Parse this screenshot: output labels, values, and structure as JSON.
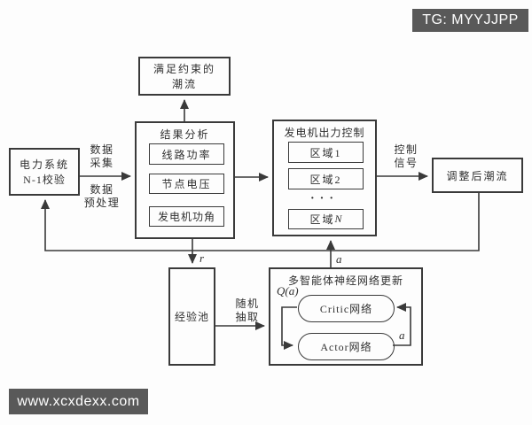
{
  "watermarks": {
    "top_right": "TG: MYYJJPP",
    "bottom_left": "www.xcxdexx.com"
  },
  "colors": {
    "line": "#3a3a3a",
    "watermark_bg": "#595959",
    "text": "#2f2f2f",
    "background": "#fdfdfd"
  },
  "nodes": {
    "power_system": {
      "line1": "电力系统",
      "line2": "N-1校验"
    },
    "constrained_flow": {
      "line1": "满足约束的",
      "line2": "潮流"
    },
    "result_analysis": {
      "title": "结果分析",
      "items": [
        "线路功率",
        "节点电压",
        "发电机功角"
      ]
    },
    "generator_control": {
      "title": "发电机出力控制",
      "zone1": "区域1",
      "zone2": "区域2",
      "dots": "···",
      "zone_n_prefix": "区域",
      "zone_n_suffix": "N"
    },
    "adjusted_flow": {
      "label": "调整后潮流"
    },
    "experience_pool": {
      "label": "经验池"
    },
    "network_update": {
      "title": "多智能体神经网络更新",
      "critic": "Critic网络",
      "actor": "Actor网络"
    }
  },
  "edge_labels": {
    "data_collection": [
      "数据",
      "采集"
    ],
    "data_preprocessing": [
      "数据",
      "预处理"
    ],
    "control_signal": [
      "控制",
      "信号"
    ],
    "random_sampling": [
      "随机",
      "抽取"
    ],
    "reward": "r",
    "action_to_control": "a",
    "q_value": "Q(a)",
    "action_feedback": "a"
  }
}
